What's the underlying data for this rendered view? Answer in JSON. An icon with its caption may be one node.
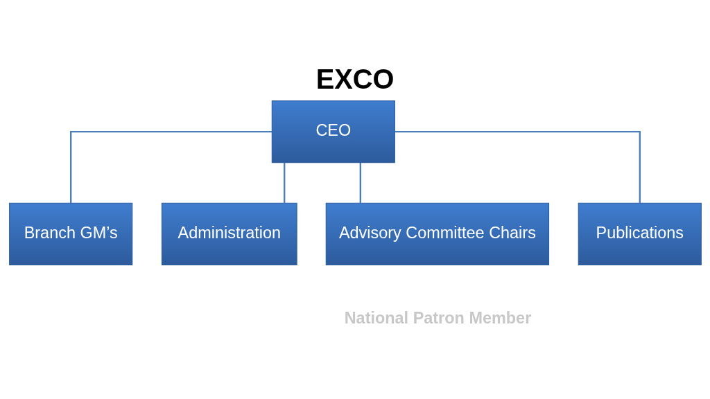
{
  "diagram": {
    "title": "EXCO",
    "nodes": [
      {
        "text": [
          "CEO"
        ]
      },
      {
        "text": [
          "Branch GM’s"
        ]
      },
      {
        "text": [
          "Administration"
        ]
      },
      {
        "text": [
          "Advisory Committee Chairs"
        ]
      },
      {
        "text": [
          "Publications"
        ]
      }
    ],
    "edges": [
      {
        "from": 0,
        "to": 1,
        "arrow": "none"
      },
      {
        "from": 0,
        "to": 2,
        "arrow": "none"
      },
      {
        "from": 0,
        "to": 3,
        "arrow": "none"
      },
      {
        "from": 0,
        "to": 4,
        "arrow": "none"
      }
    ],
    "labels": [
      "National Patron Member"
    ]
  }
}
